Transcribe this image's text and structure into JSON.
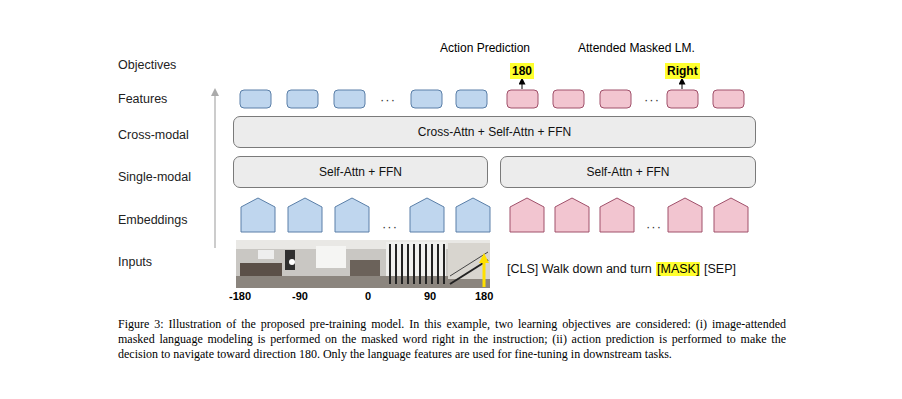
{
  "diagram": {
    "caption": "Figure 3: Illustration of the proposed pre-training model. In this example, two learning objectives are considered: (i) image-attended masked language modeling is performed on the masked word right in the instruction; (ii) action prediction is performed to make the decision to navigate toward direction 180. Only the language features are used for fine-tuning in downstream tasks.",
    "nodes": [
      {
        "text": [
          "180"
        ]
      },
      {
        "text": [
          "Right"
        ]
      },
      {
        "text": [
          "Cross-Attn + Self-Attn + FFN"
        ]
      },
      {
        "text": [
          "Self-Attn + FFN"
        ]
      },
      {
        "text": [
          "Self-Attn + FFN"
        ]
      },
      {
        "text": [
          "[MASK]"
        ]
      }
    ],
    "labels": [
      "Objectives",
      "Features",
      "Cross-modal",
      "Single-modal",
      "Embeddings",
      "Inputs",
      "Action Prediction",
      "Attended Masked LM.",
      "···",
      "···",
      "···",
      "···",
      "-180",
      "-90",
      "0",
      "90",
      "180",
      "[CLS] Walk down and turn",
      "[SEP]"
    ]
  }
}
